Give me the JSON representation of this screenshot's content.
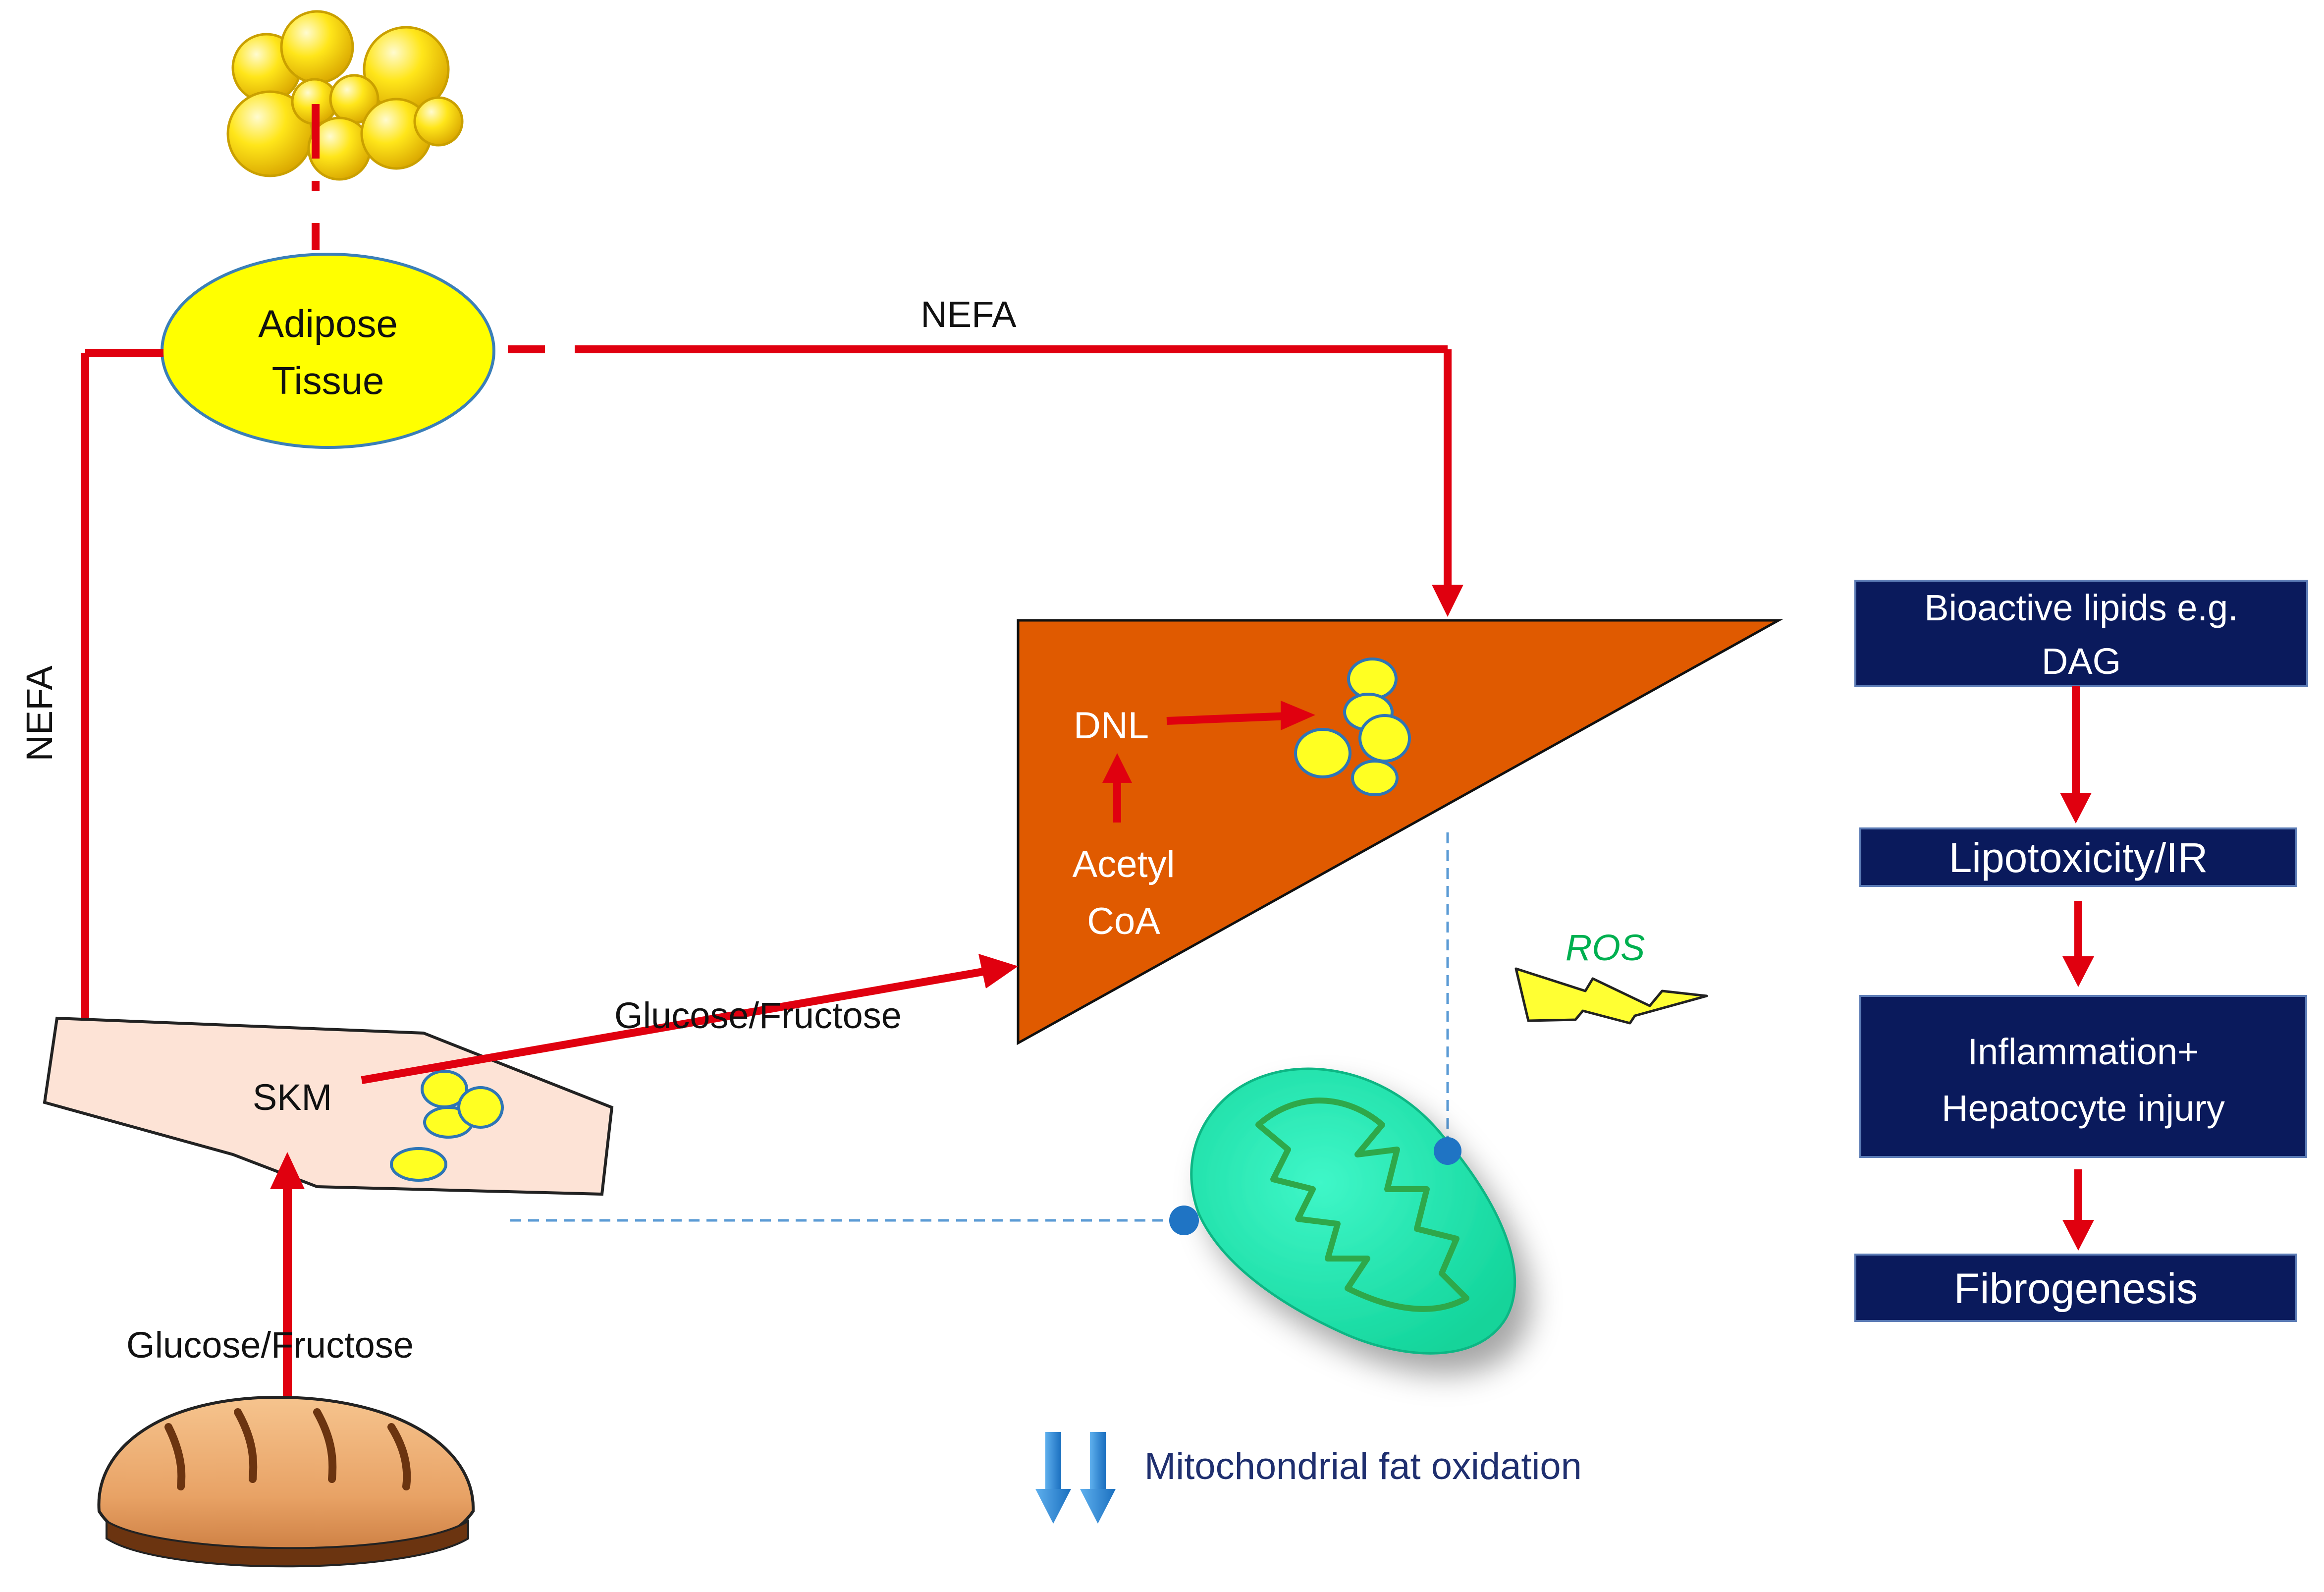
{
  "labels": {
    "adipose_line1": "Adipose",
    "adipose_line2": "Tissue",
    "nefa_top": "NEFA",
    "nefa_left": "NEFA",
    "dnl": "DNL",
    "acetyl_line1": "Acetyl",
    "acetyl_line2": "CoA",
    "glucose_fructose_mid": "Glucose/Fructose",
    "glucose_fructose_bottom": "Glucose/Fructose",
    "skm": "SKM",
    "ros": "ROS",
    "mito_fat_oxidation": "Mitochondrial fat oxidation"
  },
  "cascade": {
    "box1_line1": "Bioactive lipids e.g.",
    "box1_line2": "DAG",
    "box2": "Lipotoxicity/IR",
    "box3_line1": "Inflammation+",
    "box3_line2": "Hepatocyte injury",
    "box4": "Fibrogenesis"
  },
  "icons": {
    "fat_droplets": "fat-droplets-icon",
    "bread": "bread-icon",
    "mitochondrion": "mitochondrion-icon",
    "lightning": "ros-lightning-icon",
    "down_arrows": "double-down-arrow-icon"
  },
  "colors": {
    "arrow_red": "#e0000f",
    "liver_orange": "#e05a00",
    "adipose_yellow": "#ffff00",
    "droplet_yellow": "#ffff33",
    "muscle_pink": "#fde3d6",
    "navy_box": "#0a1a5c",
    "ros_green": "#00b050",
    "mito_green": "#19e6a8",
    "dashed_blue": "#5b9bd5",
    "text_navy": "#1f2f6f",
    "arrow_blue": "#1f7ecf"
  }
}
